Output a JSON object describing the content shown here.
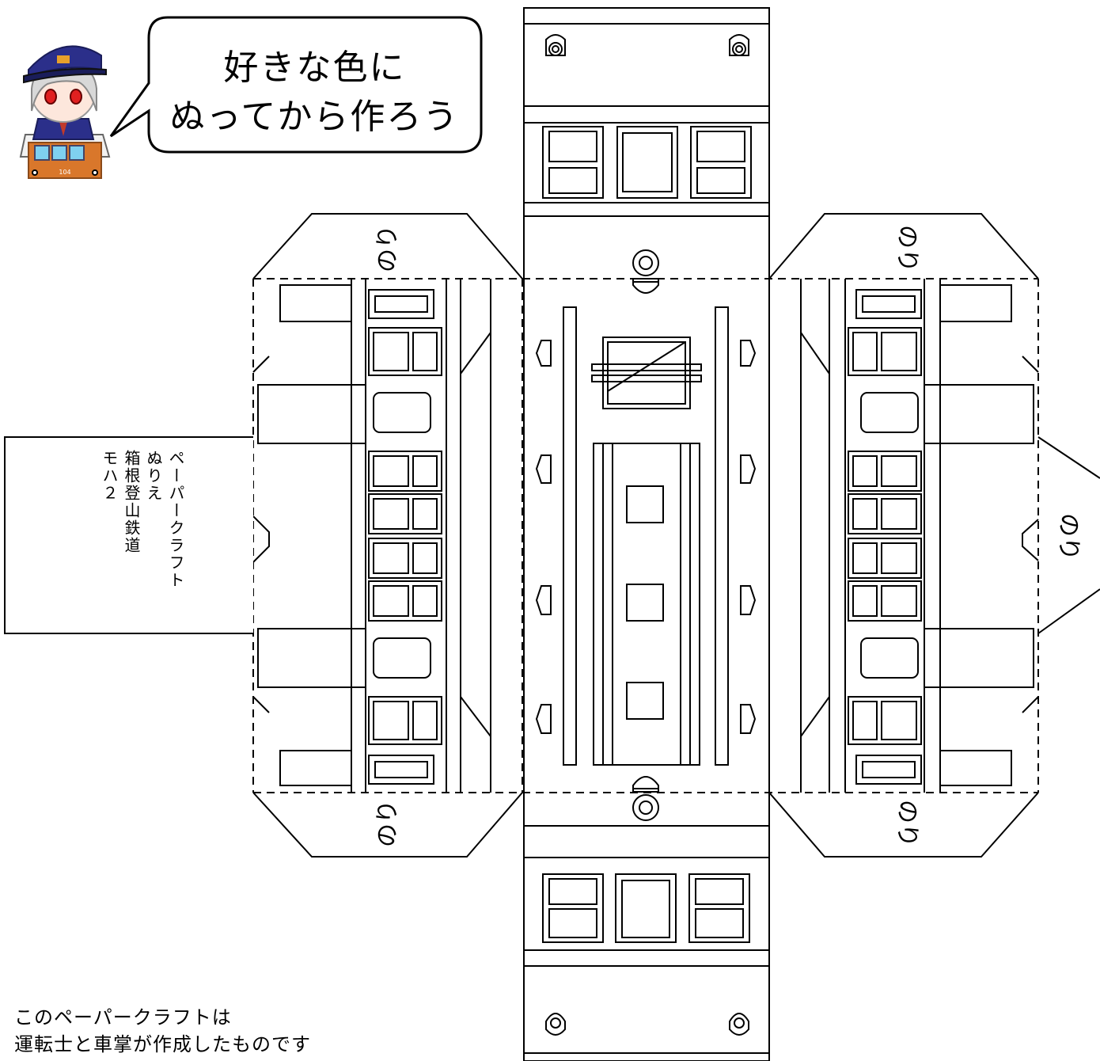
{
  "speech_bubble": {
    "line1": "好きな色に",
    "line2": "ぬってから作ろう"
  },
  "side_label": {
    "line1": "ペーパークラフト",
    "line2": "ぬりえ",
    "line3": "箱根登山鉄道",
    "line4": "モハ２"
  },
  "tab_label": "のり",
  "credit": {
    "line1": "このペーパークラフトは",
    "line2": "運転士と車掌が作成したものです"
  },
  "mascot": {
    "car_number": "104",
    "cap_color": "#2b2f8a",
    "car_color": "#d9772b"
  }
}
